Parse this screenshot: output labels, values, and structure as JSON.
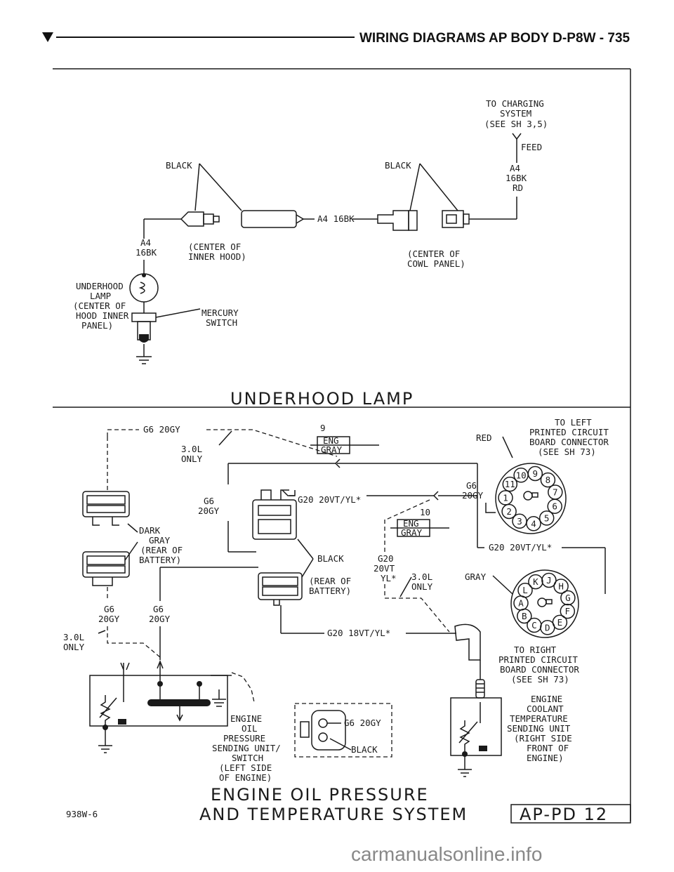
{
  "header": {
    "title": "WIRING DIAGRAMS AP BODY D-P",
    "page_ref": "8W - 735"
  },
  "underhood": {
    "title": "UNDERHOOD LAMP",
    "to_charging": [
      "TO CHARGING",
      "SYSTEM",
      "(SEE SH 3,5)"
    ],
    "feed": "FEED",
    "a4_feed": [
      "A4",
      "16BK",
      "RD"
    ],
    "black_left": "BLACK",
    "black_right": "BLACK",
    "a4_wire": "A4 16BK",
    "a4_left": [
      "A4",
      "16BK"
    ],
    "center_inner_hood": [
      "(CENTER OF",
      "INNER HOOD)"
    ],
    "center_cowl": [
      "(CENTER OF",
      "COWL PANEL)"
    ],
    "lamp_label": [
      "UNDERHOOD",
      "LAMP",
      "(CENTER OF",
      "HOOD INNER",
      "PANEL)"
    ],
    "mercury_switch": [
      "MERCURY",
      "SWITCH"
    ]
  },
  "engine": {
    "title_line1": "ENGINE OIL PRESSURE",
    "title_line2": "AND TEMPERATURE SYSTEM",
    "code": "938W-6",
    "page_box": "AP-PD 12",
    "g6_top": "G6 20GY",
    "only_30l_top": [
      "3.0L",
      "ONLY"
    ],
    "eng_gray_9": [
      "9",
      "ENG",
      "GRAY"
    ],
    "to_left_pcb": [
      "TO LEFT",
      "PRINTED CIRCUIT",
      "BOARD CONNECTOR",
      "(SEE SH 73)"
    ],
    "red": "RED",
    "g6_right": [
      "G6",
      "20GY"
    ],
    "g6_center": [
      "G6",
      "20GY"
    ],
    "g20_vt_yl_top": "G20 20VT/YL*",
    "eng_gray_10": [
      "10",
      "ENG",
      "GRAY"
    ],
    "dark_gray": [
      "DARK",
      "GRAY",
      "(REAR OF",
      "BATTERY)"
    ],
    "black_mid": "BLACK",
    "rear_battery": [
      "(REAR OF",
      "BATTERY)"
    ],
    "g20_vert": [
      "G20",
      "20VT",
      "YL*"
    ],
    "only_30l_mid": [
      "3.0L",
      "ONLY"
    ],
    "g20_vt_yl_right": "G20 20VT/YL*",
    "gray": "GRAY",
    "g6_a": [
      "G6",
      "20GY"
    ],
    "g6_b": [
      "G6",
      "20GY"
    ],
    "only_30l_left": [
      "3.0L",
      "ONLY"
    ],
    "g20_18": "G20 18VT/YL*",
    "to_right_pcb": [
      "TO RIGHT",
      "PRINTED CIRCUIT",
      "BOARD CONNECTOR",
      "(SEE SH 73)"
    ],
    "oil_switch": [
      "ENGINE",
      "OIL",
      "PRESSURE",
      "SENDING UNIT/",
      "SWITCH",
      "(LEFT SIDE",
      "OF ENGINE)"
    ],
    "g6_20gy_box": "G6 20GY",
    "black_box": "BLACK",
    "coolant": [
      "ENGINE",
      "COOLANT",
      "TEMPERATURE",
      "SENDING UNIT",
      "(RIGHT SIDE",
      "FRONT OF",
      "ENGINE)"
    ],
    "pins_numeric": [
      "9",
      "8",
      "7",
      "6",
      "5",
      "4",
      "3",
      "2",
      "1",
      "11",
      "10"
    ],
    "pins_alpha": [
      "J",
      "H",
      "G",
      "F",
      "E",
      "D",
      "C",
      "B",
      "A",
      "L",
      "K"
    ]
  },
  "watermark": "carmanualsonline.info"
}
